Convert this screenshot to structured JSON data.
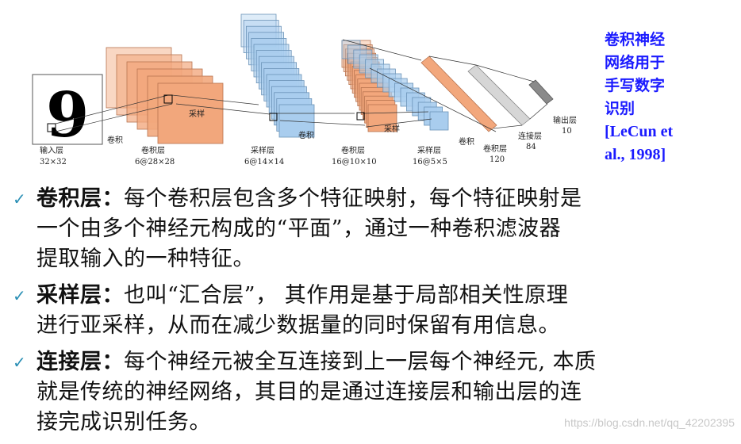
{
  "diagram": {
    "stage_labels": {
      "input_name": "输入层",
      "input_dims": "32×32",
      "conv1_op": "卷积",
      "conv1_name": "卷积层",
      "conv1_dims": "6@28×28",
      "pool1_op": "采样",
      "pool1_name": "采样层",
      "pool1_dims": "6@14×14",
      "conv2_op": "卷积",
      "conv2_name": "卷积层",
      "conv2_dims": "16@10×10",
      "pool2_op": "采样",
      "pool2_name": "采样层",
      "pool2_dims": "16@5×5",
      "conv3_op": "卷积",
      "conv3_name": "卷积层",
      "conv3_dims": "120",
      "fc_name": "连接层",
      "fc_dims": "84",
      "out_name": "输出层",
      "out_dims": "10"
    },
    "digit": "9",
    "colors": {
      "conv": "#f2a77c",
      "pool": "#a9cdee",
      "dense_gray": "#bdbdbd",
      "dense_dark": "#8a8a8a"
    }
  },
  "caption": {
    "title_lines": [
      "卷积神经",
      "网络用于",
      "手写数字",
      "识别"
    ],
    "citation_lines": [
      "[LeCun et",
      "al., 1998]"
    ]
  },
  "bullets": [
    {
      "term": "卷积层：",
      "lines": [
        "每个卷积层包含多个特征映射，每个特征映射是",
        "一个由多个神经元构成的“平面”，通过一种卷积滤波器",
        "提取输入的一种特征。"
      ]
    },
    {
      "term": "采样层：",
      "lines": [
        "也叫“汇合层”，  其作用是基于局部相关性原理",
        "进行亚采样，从而在减少数据量的同时保留有用信息。"
      ]
    },
    {
      "term": "连接层：",
      "lines": [
        "每个神经元被全互连接到上一层每个神经元, 本质",
        "就是传统的神经网络，其目的是通过连接层和输出层的连",
        "接完成识别任务。"
      ]
    }
  ],
  "watermark": "https://blog.csdn.net/qq_42202395"
}
